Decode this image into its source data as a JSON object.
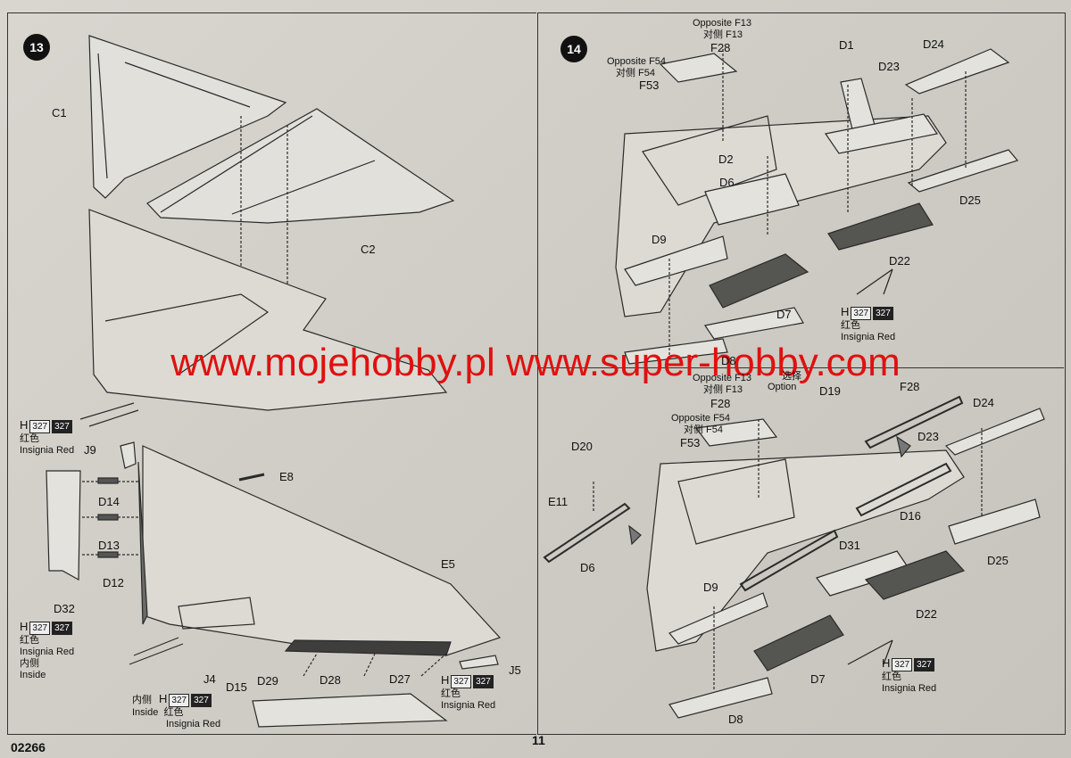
{
  "page": {
    "code": "02266",
    "number": "11"
  },
  "watermark": "www.mojehobby.pl www.super-hobby.com",
  "step13": {
    "number": "13",
    "upper": {
      "c1": "C1",
      "c2": "C2"
    },
    "lower": {
      "j9": "J9",
      "e8": "E8",
      "d14": "D14",
      "d13": "D13",
      "d12": "D12",
      "d32": "D32",
      "e5": "E5",
      "j5": "J5",
      "j4": "J4",
      "d15": "D15",
      "d29": "D29",
      "d28": "D28",
      "d27": "D27",
      "inside_cn": "内侧",
      "inside": "Inside"
    },
    "paint": {
      "h": "H",
      "code1": "327",
      "code2": "327",
      "cn": "红色",
      "en": "Insignia Red"
    }
  },
  "step14": {
    "number": "14",
    "top": {
      "opp_f13": "Opposite F13",
      "opp_f13_cn": "对侧 F13",
      "f28": "F28",
      "opp_f54": "Opposite F54",
      "opp_f54_cn": "对侧 F54",
      "f53": "F53",
      "d1": "D1",
      "d23": "D23",
      "d24": "D24",
      "d2": "D2",
      "d6": "D6",
      "d25": "D25",
      "d9": "D9",
      "d22": "D22",
      "d7": "D7",
      "d8": "D8"
    },
    "bottom": {
      "option_cn": "选择",
      "option": "Option",
      "opp_f13": "Opposite F13",
      "opp_f13_cn": "对侧 F13",
      "f28a": "F28",
      "f28b": "F28",
      "opp_f54": "Opposite F54",
      "opp_f54_cn": "对侧 F54",
      "f53": "F53",
      "d19": "D19",
      "d23": "D23",
      "d24": "D24",
      "d20": "D20",
      "e11": "E11",
      "d6": "D6",
      "d16": "D16",
      "d31": "D31",
      "d25": "D25",
      "d9": "D9",
      "d22": "D22",
      "d7": "D7",
      "d8": "D8"
    },
    "paint": {
      "h": "H",
      "code1": "327",
      "code2": "327",
      "cn": "红色",
      "en": "Insignia Red"
    }
  }
}
